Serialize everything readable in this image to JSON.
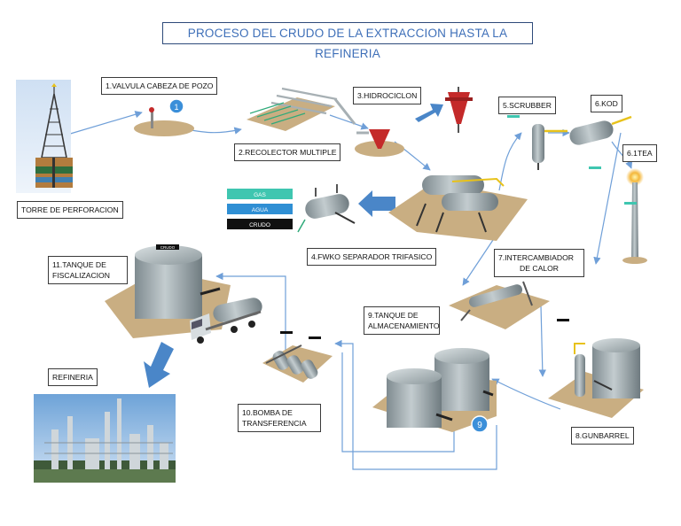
{
  "title": "PROCESO DEL CRUDO DE LA EXTRACCION HASTA LA REFINERIA",
  "labels": {
    "valvula": "1.VALVULA CABEZA DE POZO",
    "recolector": "2.RECOLECTOR MULTIPLE",
    "hidrociclon": "3.HIDROCICLON",
    "fwko": "4.FWKO SEPARADOR TRIFASICO",
    "scrubber": "5.SCRUBBER",
    "kod": "6.KOD",
    "tea": "6.1TEA",
    "intercambiador_1": "7.INTERCAMBIADOR",
    "intercambiador_2": "DE CALOR",
    "gunbarrel": "8.GUNBARREL",
    "almacenamiento_1": "9.TANQUE DE",
    "almacenamiento_2": "ALMACENAMIENTO",
    "bomba_1": "10.BOMBA DE",
    "bomba_2": "TRANSFERENCIA",
    "fiscalizacion_1": "11.TANQUE DE",
    "fiscalizacion_2": "FISCALIZACION",
    "torre": "TORRE DE PERFORACION",
    "refineria": "REFINERIA"
  },
  "phases": {
    "gas": "GAS",
    "agua": "AGUA",
    "crudo": "CRUDO"
  },
  "markers": {
    "step_1": "1",
    "step_9": "9",
    "tank_tag": "CRUDO"
  },
  "colors": {
    "title_text": "#3e6fb8",
    "arrow": "#6f9fd8",
    "big_arrow": "#4a86c8",
    "ground": "#c9ae82",
    "tank": "#9aa6aa",
    "valve_red": "#c42a2a",
    "pipe_yellow": "#e8c21a",
    "gas_band": "#3fc6b0",
    "agua_band": "#2f8fd4",
    "crudo_band": "#111111"
  }
}
